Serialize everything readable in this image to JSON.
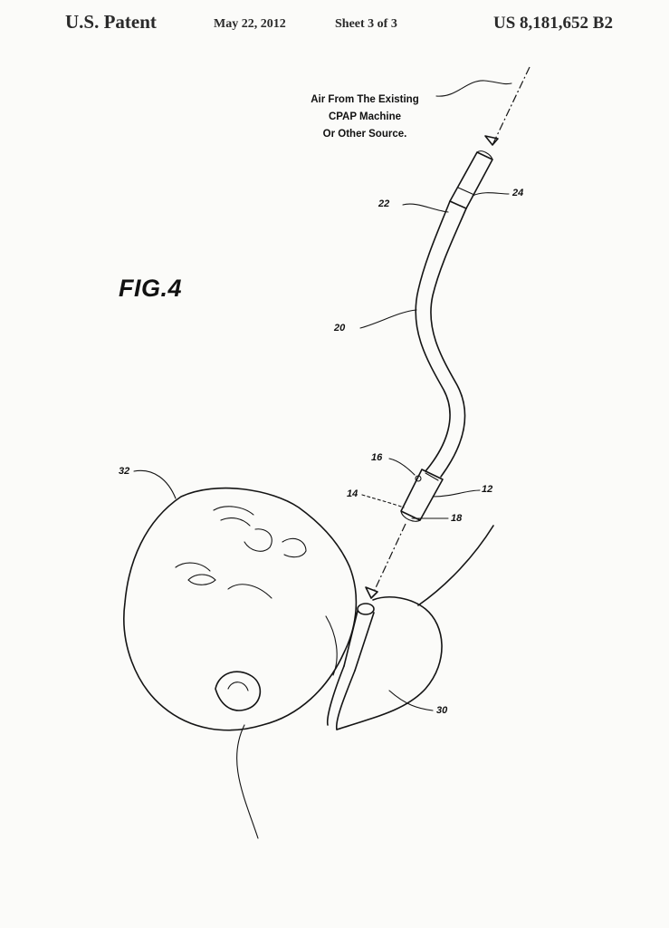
{
  "header": {
    "office": "U.S. Patent",
    "date": "May 22, 2012",
    "sheet": "Sheet 3 of 3",
    "patent_number": "US 8,181,652 B2"
  },
  "figure": {
    "title": "FIG.4",
    "caption_lines": [
      "Air From The Existing",
      "CPAP Machine",
      "Or Other Source."
    ]
  },
  "reference_numerals": {
    "n12": "12",
    "n14": "14",
    "n16": "16",
    "n18": "18",
    "n20": "20",
    "n22": "22",
    "n24": "24",
    "n30": "30",
    "n32": "32"
  }
}
